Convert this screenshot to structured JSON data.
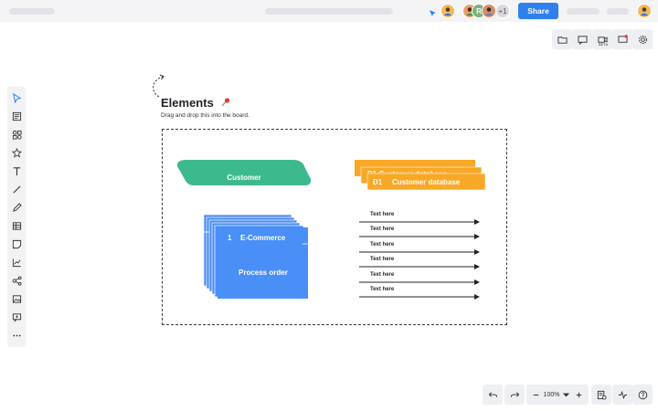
{
  "topbar": {
    "share_label": "Share",
    "collaborators_extra": "+1",
    "avatar_initial": "R"
  },
  "right_toolbar": {
    "video_badge": "BETA",
    "icons": [
      "folder-icon",
      "comment-icon",
      "video-icon",
      "chat-icon",
      "gear-icon"
    ]
  },
  "left_toolbar": {
    "icons": [
      "cursor-icon",
      "template-icon",
      "shapes-icon",
      "star-icon",
      "text-icon",
      "line-icon",
      "pen-icon",
      "table-icon",
      "sticky-note-icon",
      "chart-icon",
      "mindmap-icon",
      "image-icon",
      "comment-add-icon",
      "more-icon"
    ]
  },
  "canvas": {
    "title": "Elements",
    "subtitle": "Drag and drop this into the board.",
    "customer_label": "Customer",
    "db_back_label": "D1   Customer database",
    "db_front_id": "D1",
    "db_front_label": "Customer database",
    "process_number": "1",
    "process_name": "E-Commerce",
    "process_order": "Process order",
    "arrow_labels": [
      "Text here",
      "Text here",
      "Text here",
      "Text here",
      "Text here",
      "Text here"
    ]
  },
  "bottom_toolbar": {
    "zoom": "100%"
  },
  "colors": {
    "accent": "#2f80ed",
    "green": "#3dba8d",
    "orange": "#f9a825",
    "blue": "#4a8ef8"
  }
}
